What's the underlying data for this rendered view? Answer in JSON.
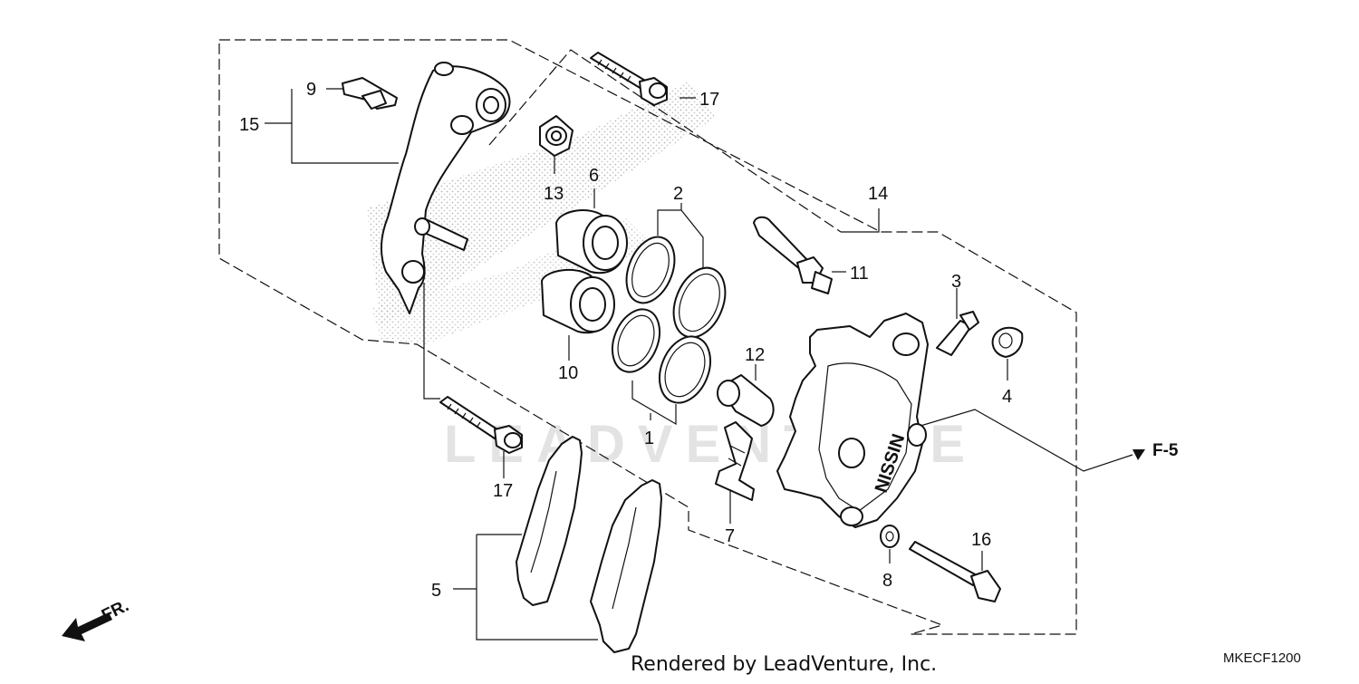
{
  "diagram": {
    "callouts": [
      {
        "id": "c1",
        "label": "1"
      },
      {
        "id": "c2",
        "label": "2"
      },
      {
        "id": "c3",
        "label": "3"
      },
      {
        "id": "c4",
        "label": "4"
      },
      {
        "id": "c5",
        "label": "5"
      },
      {
        "id": "c6",
        "label": "6"
      },
      {
        "id": "c7",
        "label": "7"
      },
      {
        "id": "c8",
        "label": "8"
      },
      {
        "id": "c9",
        "label": "9"
      },
      {
        "id": "c10",
        "label": "10"
      },
      {
        "id": "c11",
        "label": "11"
      },
      {
        "id": "c12",
        "label": "12"
      },
      {
        "id": "c13",
        "label": "13"
      },
      {
        "id": "c14",
        "label": "14"
      },
      {
        "id": "c15",
        "label": "15"
      },
      {
        "id": "c16",
        "label": "16"
      },
      {
        "id": "c17a",
        "label": "17"
      },
      {
        "id": "c17b",
        "label": "17"
      }
    ],
    "reference_label": "F-5",
    "front_label": "FR.",
    "credit": "Rendered by LeadVenture, Inc.",
    "diagram_code": "MKECF1200",
    "watermark": "LEADVENTURE",
    "caliper_brand": "NISSIN"
  }
}
